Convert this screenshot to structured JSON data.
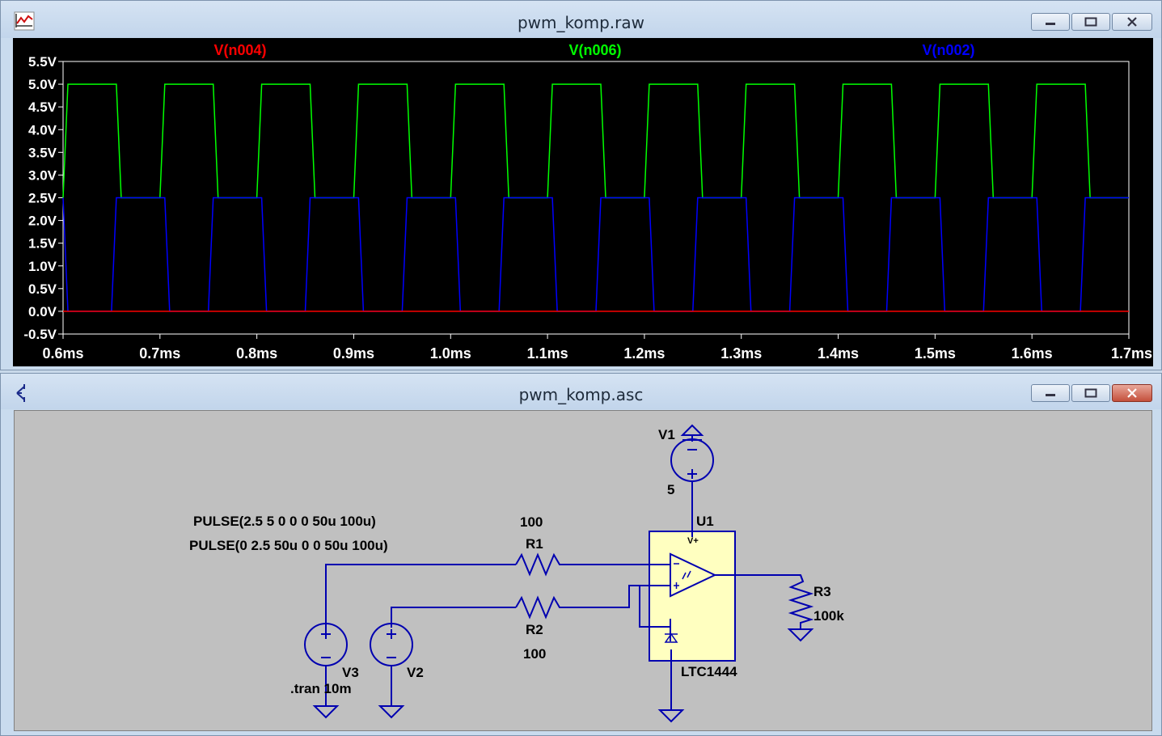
{
  "waveform_window": {
    "title": "pwm_komp.raw",
    "icon": "waveform-chart-icon",
    "controls": [
      "minimize-icon",
      "maximize-icon",
      "close-icon"
    ]
  },
  "schematic_window": {
    "title": "pwm_komp.asc",
    "icon": "schematic-cursor-icon",
    "controls": [
      "minimize-icon",
      "maximize-icon",
      "close-icon"
    ],
    "components": {
      "v1": {
        "name": "V1",
        "value": "5"
      },
      "v2": {
        "name": "V2",
        "value": "PULSE(2.5 5 0 0 0 50u 100u)"
      },
      "v3": {
        "name": "V3",
        "value": "PULSE(0 2.5 50u 0 0 50u 100u)"
      },
      "r1": {
        "name": "R1",
        "value": "100"
      },
      "r2": {
        "name": "R2",
        "value": "100"
      },
      "r3": {
        "name": "R3",
        "value": "100k"
      },
      "u1": {
        "name": "U1",
        "part": "LTC1444",
        "pin_label": "V+"
      },
      "directive": ".tran 10m"
    }
  },
  "chart_data": {
    "type": "line",
    "xlabel": "",
    "ylabel": "",
    "xlim": [
      0.6,
      1.7
    ],
    "ylim": [
      -0.5,
      5.5
    ],
    "x_unit": "ms",
    "y_unit": "V",
    "xticks": [
      "0.6ms",
      "0.7ms",
      "0.8ms",
      "0.9ms",
      "1.0ms",
      "1.1ms",
      "1.2ms",
      "1.3ms",
      "1.4ms",
      "1.5ms",
      "1.6ms",
      "1.7ms"
    ],
    "yticks": [
      "5.5V",
      "5.0V",
      "4.5V",
      "4.0V",
      "3.5V",
      "3.0V",
      "2.5V",
      "2.0V",
      "1.5V",
      "1.0V",
      "0.5V",
      "0.0V",
      "-0.5V"
    ],
    "grid": false,
    "background": "#000000",
    "series": [
      {
        "name": "V(n004)",
        "color": "#ff0000",
        "x": [
          0.6,
          1.7
        ],
        "y": [
          0.0,
          0.0
        ]
      },
      {
        "name": "V(n006)",
        "color": "#00ff00",
        "x": [
          0.6,
          0.605,
          0.655,
          0.66,
          0.7,
          0.705,
          0.755,
          0.76,
          0.8,
          0.805,
          0.855,
          0.86,
          0.9,
          0.905,
          0.955,
          0.96,
          1.0,
          1.005,
          1.055,
          1.06,
          1.1,
          1.105,
          1.155,
          1.16,
          1.2,
          1.205,
          1.255,
          1.26,
          1.3,
          1.305,
          1.355,
          1.36,
          1.4,
          1.405,
          1.455,
          1.46,
          1.5,
          1.505,
          1.555,
          1.56,
          1.6,
          1.605,
          1.655,
          1.66,
          1.7
        ],
        "y": [
          2.5,
          5,
          5,
          2.5,
          2.5,
          5,
          5,
          2.5,
          2.5,
          5,
          5,
          2.5,
          2.5,
          5,
          5,
          2.5,
          2.5,
          5,
          5,
          2.5,
          2.5,
          5,
          5,
          2.5,
          2.5,
          5,
          5,
          2.5,
          2.5,
          5,
          5,
          2.5,
          2.5,
          5,
          5,
          2.5,
          2.5,
          5,
          5,
          2.5,
          2.5,
          5,
          5,
          2.5,
          2.5
        ]
      },
      {
        "name": "V(n002)",
        "color": "#0000ff",
        "x": [
          0.6,
          0.605,
          0.65,
          0.655,
          0.705,
          0.71,
          0.75,
          0.755,
          0.805,
          0.81,
          0.85,
          0.855,
          0.905,
          0.91,
          0.95,
          0.955,
          1.005,
          1.01,
          1.05,
          1.055,
          1.105,
          1.11,
          1.15,
          1.155,
          1.205,
          1.21,
          1.25,
          1.255,
          1.305,
          1.31,
          1.35,
          1.355,
          1.405,
          1.41,
          1.45,
          1.455,
          1.505,
          1.51,
          1.55,
          1.555,
          1.605,
          1.61,
          1.65,
          1.655,
          1.7
        ],
        "y": [
          2.5,
          0,
          0,
          2.5,
          2.5,
          0,
          0,
          2.5,
          2.5,
          0,
          0,
          2.5,
          2.5,
          0,
          0,
          2.5,
          2.5,
          0,
          0,
          2.5,
          2.5,
          0,
          0,
          2.5,
          2.5,
          0,
          0,
          2.5,
          2.5,
          0,
          0,
          2.5,
          2.5,
          0,
          0,
          2.5,
          2.5,
          0,
          0,
          2.5,
          2.5,
          0,
          0,
          2.5,
          2.5
        ]
      }
    ]
  }
}
